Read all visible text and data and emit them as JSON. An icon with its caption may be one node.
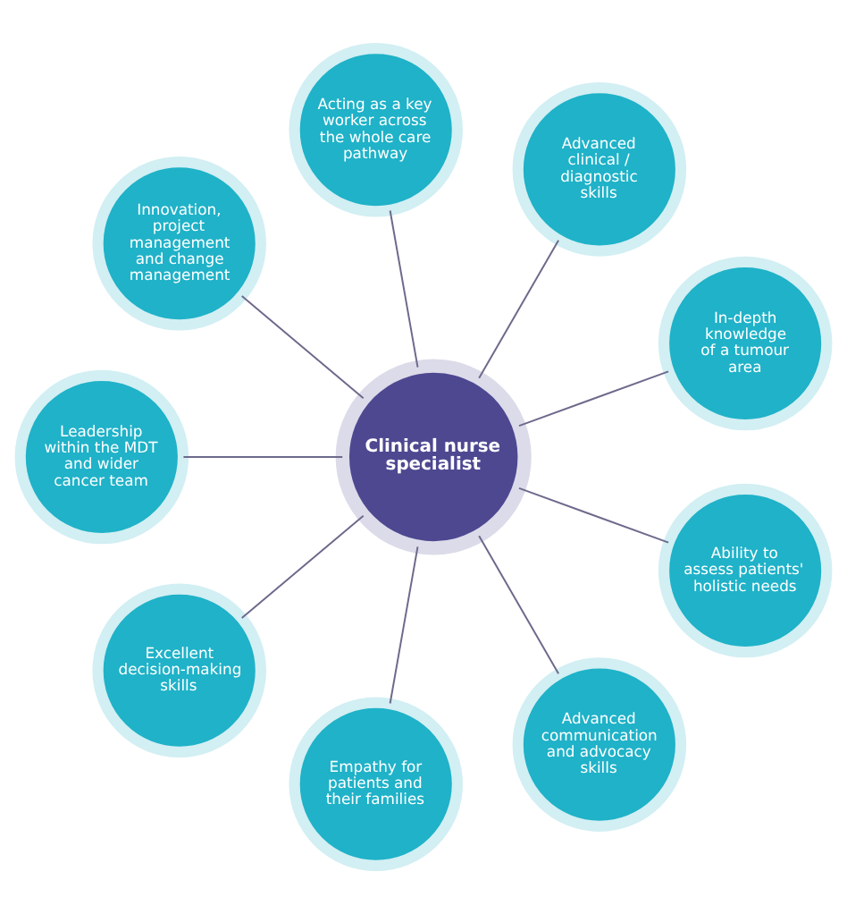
{
  "diagram": {
    "nodes": [
      {
        "text": [
          "Clinical nurse specialist"
        ]
      },
      {
        "text": [
          "Acting as a key worker across the whole care pathway"
        ]
      },
      {
        "text": [
          "Advanced clinical / diagnostic skills"
        ]
      },
      {
        "text": [
          "In-depth knowledge of a tumour area"
        ]
      },
      {
        "text": [
          "Ability to assess patients' holistic needs"
        ]
      },
      {
        "text": [
          "Advanced communication and advocacy skills"
        ]
      },
      {
        "text": [
          "Empathy for patients and their families"
        ]
      },
      {
        "text": [
          "Excellent decision-making skills"
        ]
      },
      {
        "text": [
          "Leadership within the MDT and wider cancer team"
        ]
      },
      {
        "text": [
          "Innovation, project management and change management"
        ]
      }
    ],
    "edges": [
      {
        "from": 0,
        "to": 1,
        "arrow": "none"
      },
      {
        "from": 0,
        "to": 2,
        "arrow": "none"
      },
      {
        "from": 0,
        "to": 3,
        "arrow": "none"
      },
      {
        "from": 0,
        "to": 4,
        "arrow": "none"
      },
      {
        "from": 0,
        "to": 5,
        "arrow": "none"
      },
      {
        "from": 0,
        "to": 6,
        "arrow": "none"
      },
      {
        "from": 0,
        "to": 7,
        "arrow": "none"
      },
      {
        "from": 0,
        "to": 8,
        "arrow": "none"
      },
      {
        "from": 0,
        "to": 9,
        "arrow": "none"
      }
    ]
  }
}
